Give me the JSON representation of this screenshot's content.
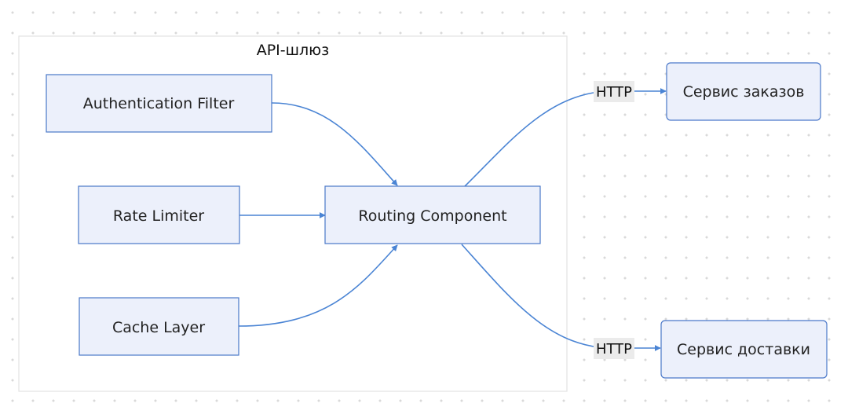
{
  "cluster": {
    "title": "API-шлюз"
  },
  "nodes": {
    "auth_filter": "Authentication Filter",
    "rate_limiter": "Rate Limiter",
    "cache_layer": "Cache Layer",
    "routing_component": "Routing Component",
    "order_service": "Сервис заказов",
    "delivery_service": "Сервис доставки"
  },
  "edges": {
    "to_order_service": "HTTP",
    "to_delivery_service": "HTTP"
  },
  "colors": {
    "node_fill": "#ecf0fb",
    "node_border": "#4a78c9",
    "edge": "#4a84d4",
    "cluster_border": "#e3e3e3"
  }
}
